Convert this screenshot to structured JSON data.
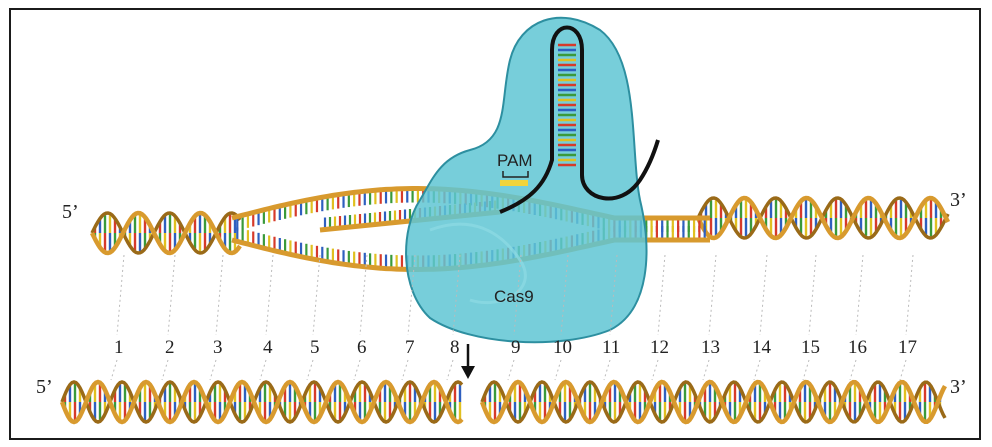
{
  "diagram": {
    "top_left_end": "5’",
    "top_right_end": "3’",
    "bottom_left_end": "5’",
    "bottom_right_end": "3’",
    "pam_label": "PAM",
    "protein_label": "Cas9",
    "position_labels": [
      "1",
      "2",
      "3",
      "4",
      "5",
      "6",
      "7",
      "8",
      "9",
      "10",
      "11",
      "12",
      "13",
      "14",
      "15",
      "16",
      "17"
    ],
    "colors": {
      "backbone": "#d89a2e",
      "backbone_dark": "#9a6a18",
      "cas9_fill": "#5fc6d3",
      "cas9_edge": "#2d8fa0",
      "guide_rna": "#111111",
      "pam_highlight": "#f2d43a",
      "base_red": "#d63a2a",
      "base_blue": "#2e5fbf",
      "base_green": "#3a9a3a",
      "base_yellow": "#e0c020"
    },
    "icons": [
      "cut-arrow-icon"
    ]
  }
}
